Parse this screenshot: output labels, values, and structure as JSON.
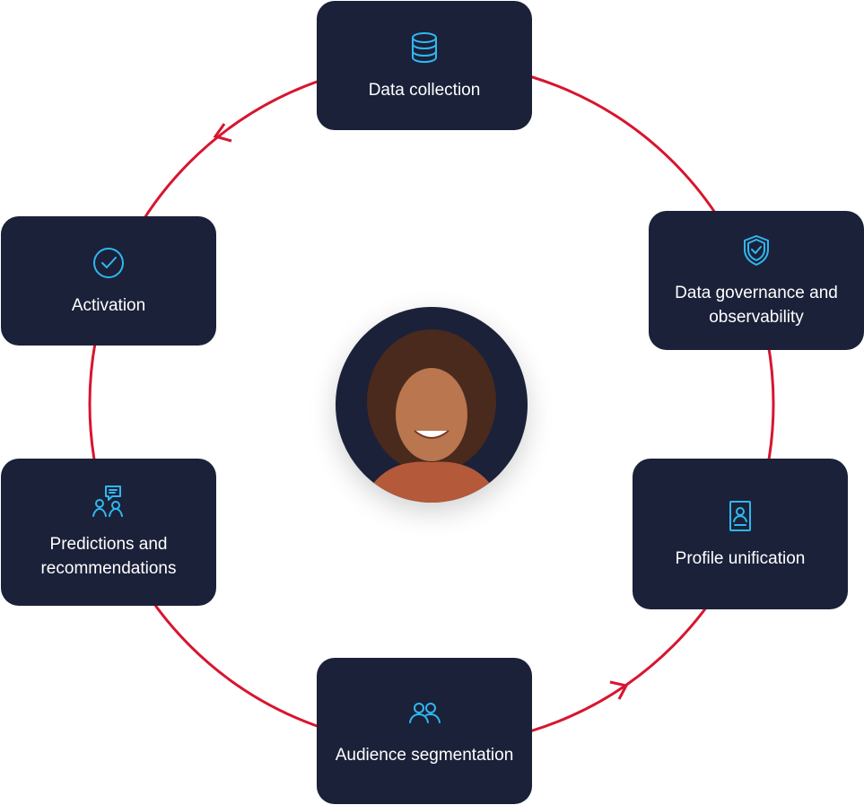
{
  "diagram": {
    "title": "Customer data lifecycle",
    "accent_color": "#d8152f",
    "node_color": "#1b2139",
    "icon_color": "#2fb8f0",
    "nodes": [
      {
        "label": "Data collection",
        "icon": "database-icon"
      },
      {
        "label": "Data governance and observability",
        "icon": "shield-check-icon"
      },
      {
        "label": "Profile unification",
        "icon": "id-card-icon"
      },
      {
        "label": "Audience segmentation",
        "icon": "users-icon"
      },
      {
        "label": "Predictions and recommendations",
        "icon": "users-chat-icon"
      },
      {
        "label": "Activation",
        "icon": "check-circle-icon"
      }
    ],
    "center": {
      "image": "customer-portrait"
    }
  }
}
